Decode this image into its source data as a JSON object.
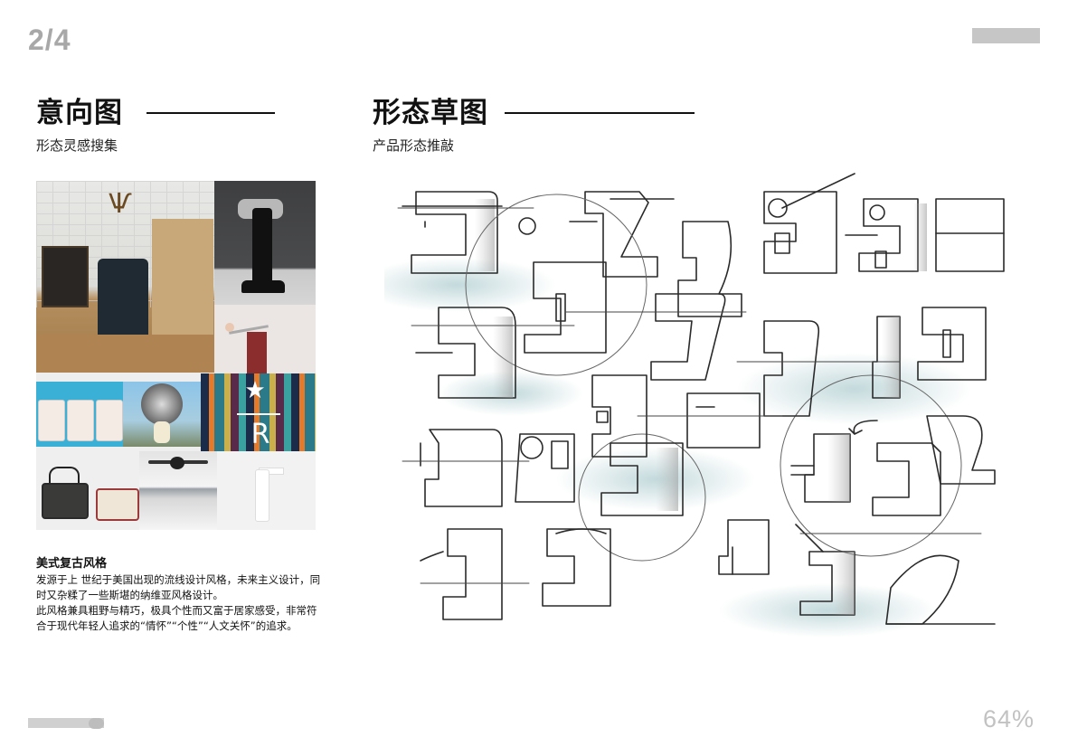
{
  "page": {
    "number": "2/4",
    "progress_percent": 64,
    "progress_label": "64%"
  },
  "left_section": {
    "title": "意向图",
    "subtitle": "形态灵感搜集",
    "mood_board": {
      "images": [
        "retro-cafe-interior",
        "vintage-meat-slicer",
        "red-coffee-grinder",
        "retro-toaster-ovens",
        "vintage-lamp",
        "starbucks-reserve-art",
        "marshall-speakers",
        "ceiling-fan-room",
        "white-hand-grinder"
      ]
    },
    "description": {
      "title": "美式复古风格",
      "paragraphs": [
        "发源于上 世纪于美国出现的流线设计风格，未来主义设计，同时又杂糅了一些斯堪的纳维亚风格设计。",
        "此风格兼具粗野与精巧，极具个性而又富于居家感受，非常符合于现代年轻人追求的“情怀”“个性”“人文关怀”的追求。"
      ]
    }
  },
  "right_section": {
    "title": "形态草图",
    "subtitle": "产品形态推敲",
    "sketch": {
      "subject": "espresso-machine-concept-sketches",
      "accent_color": "#b9d3d6"
    }
  },
  "colors": {
    "page_number": "#a8a8a8",
    "heading": "#111111",
    "bar": "#c6c6c6",
    "progress_label": "#c2c2c2"
  }
}
